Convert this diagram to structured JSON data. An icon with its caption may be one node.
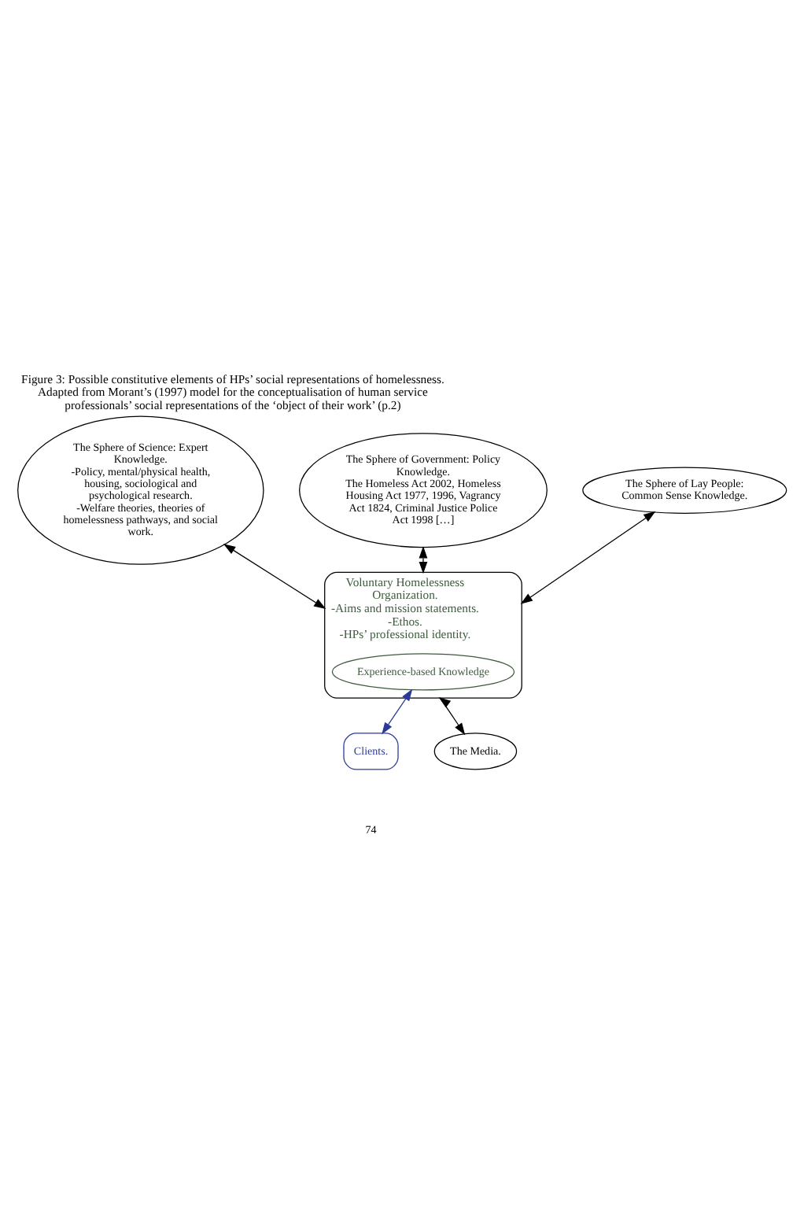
{
  "diagram": {
    "title": "Figure 3: Possible constitutive elements of HPs’ social representations of homelessness.",
    "caption": "Adapted from Morant’s (1997) model for the conceptualisation of human service professionals’ social representations of the ‘object of their work’ (p.2)",
    "nodes": [
      {
        "text": [
          "The Sphere of Science: Expert Knowledge.",
          "-Policy, mental/physical health, housing, sociological and psychological research.",
          "-Welfare theories, theories of homelessness pathways, and social work."
        ]
      },
      {
        "text": [
          "The Sphere of Government: Policy Knowledge.",
          "The Homeless Act 2002, Homeless Housing Act 1977, 1996, Vagrancy Act 1824, Criminal Justice Police Act 1998 […]"
        ]
      },
      {
        "text": [
          "Voluntary Homelessness Organization.",
          "-Aims and mission statements.",
          "-Ethos.",
          "-HPs’ professional identity."
        ]
      },
      {
        "text": [
          "Experience-based Knowledge"
        ],
        "in": 2
      },
      {
        "text": [
          "Clients."
        ]
      },
      {
        "text": [
          "The Sphere of Lay People:",
          "Common Sense Knowledge."
        ]
      },
      {
        "text": [
          "The Media."
        ]
      }
    ],
    "edges": [
      {
        "from": 0,
        "to": 2,
        "arrow": "both"
      },
      {
        "from": 1,
        "to": 2,
        "arrow": "both"
      },
      {
        "from": 3,
        "to": 4,
        "arrow": "both",
        "color": "#2b3a9a"
      },
      {
        "from": 5,
        "to": 2,
        "arrow": "both"
      },
      {
        "from": 2,
        "to": 6,
        "arrow": "both"
      }
    ],
    "labels": [
      "74"
    ]
  }
}
